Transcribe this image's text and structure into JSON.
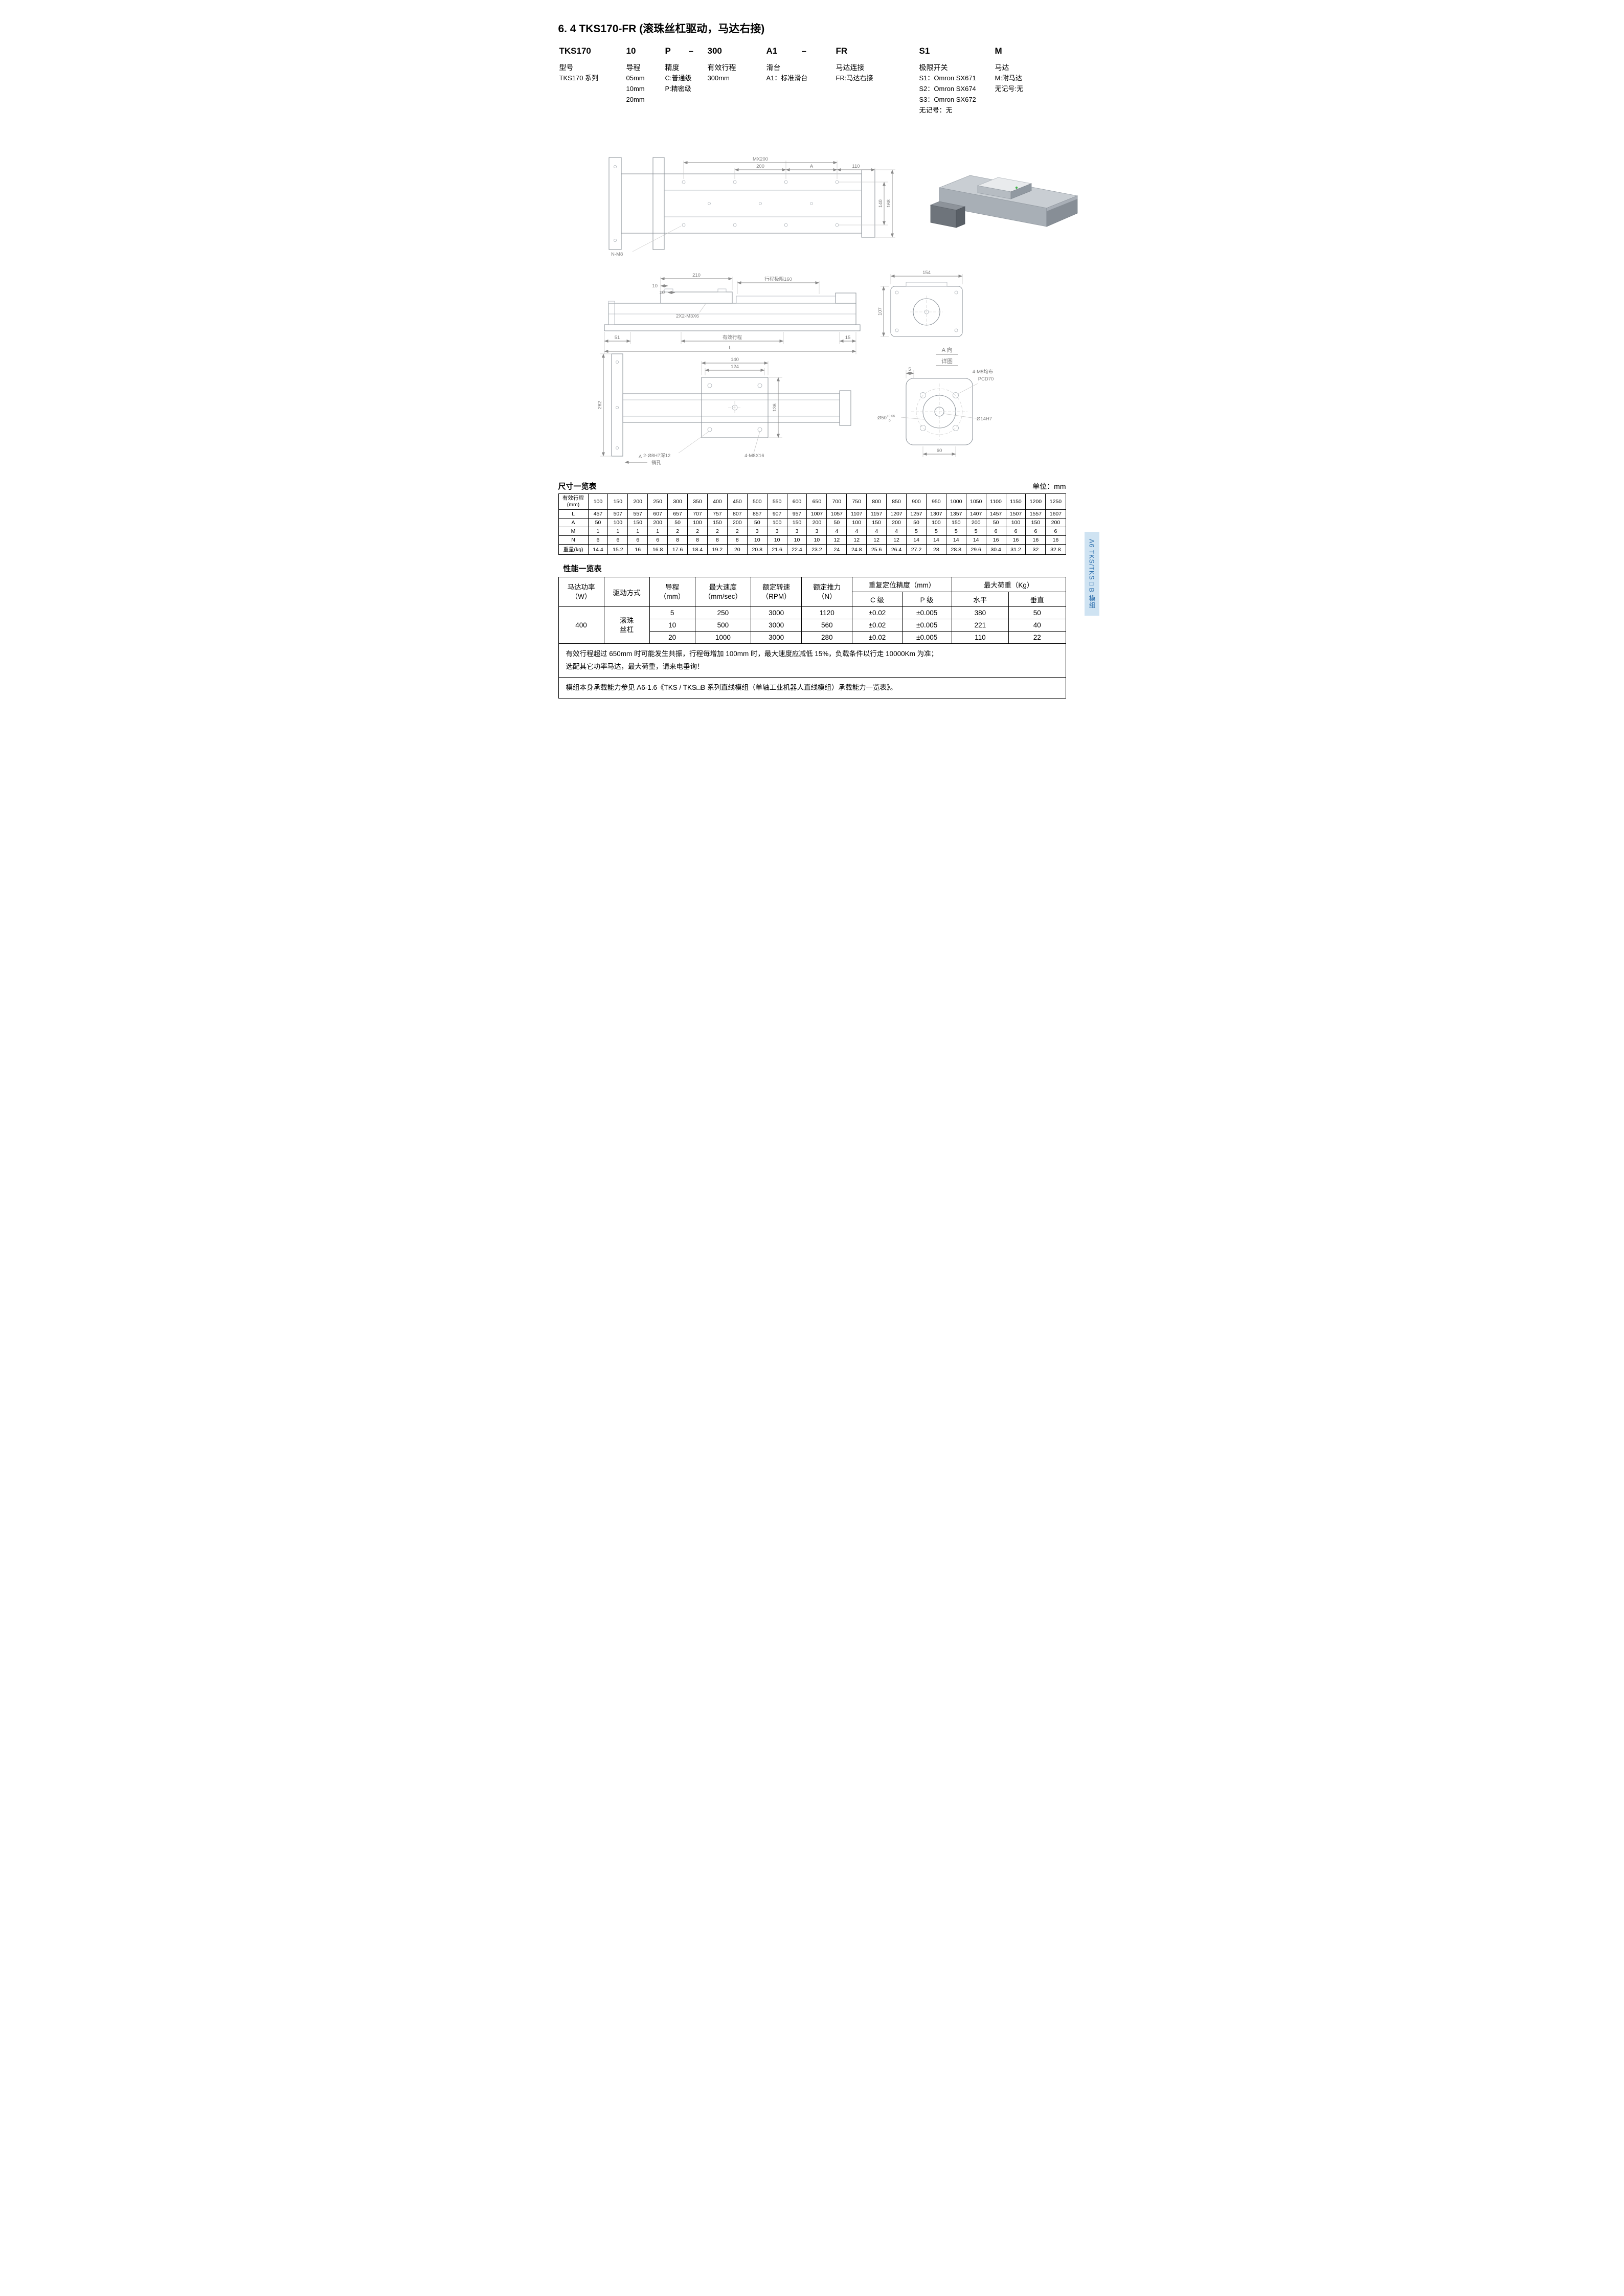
{
  "page": {
    "title": "6. 4 TKS170-FR (滚珠丝杠驱动，马达右接)",
    "sidebar_label": "A6 TKS/TKS□B 模组"
  },
  "model_code": {
    "columns": [
      {
        "code": "TKS170",
        "lines": [
          "型号",
          "TKS170 系列"
        ]
      },
      {
        "code": "10",
        "lines": [
          "导程",
          "05mm",
          "10mm",
          "20mm"
        ]
      },
      {
        "code": "P",
        "lines": [
          "精度",
          "C:普通级",
          "P:精密级"
        ]
      },
      {
        "code": "–",
        "lines": []
      },
      {
        "code": "300",
        "lines": [
          "有效行程",
          "300mm"
        ]
      },
      {
        "code": "A1",
        "lines": [
          "滑台",
          "A1：标准滑台"
        ]
      },
      {
        "code": "–",
        "lines": []
      },
      {
        "code": "FR",
        "lines": [
          "马达连接",
          "FR:马达右接"
        ]
      },
      {
        "code": "S1",
        "lines": [
          "极限开关",
          "S1：Omron SX671",
          "S2：Omron SX674",
          "S3：Omron SX672",
          "无记号：无"
        ]
      },
      {
        "code": "M",
        "lines": [
          "马达",
          "M:附马达",
          "无记号:无"
        ]
      }
    ]
  },
  "drawings": {
    "plan": {
      "mx200": "MX200",
      "d200": "200",
      "a": "A",
      "d110": "110",
      "d140": "140",
      "d168": "168",
      "nm8": "N-M8"
    },
    "side": {
      "d210": "210",
      "d10a": "10",
      "d10b": "10",
      "stroke_limit": "行程极限160",
      "m3x6": "2X2-M3X6",
      "d51": "51",
      "stroke": "有效行程",
      "d15": "15",
      "L": "L"
    },
    "end": {
      "d154": "154",
      "d107": "107"
    },
    "front": {
      "d140": "140",
      "d124": "124",
      "d136": "136",
      "d262": "262",
      "pin_hole": "2-Ø8H7深12",
      "pin_hole2": "销孔",
      "m8x16": "4-M8X16",
      "a": "A"
    },
    "detail": {
      "title1": "A 向",
      "title2": "详图",
      "d5": "5",
      "m5": "4-M5均布",
      "pcd": "PCD70",
      "d50": "Ø50",
      "d50_sup": "+0.05",
      "d50_sub": "0",
      "d14": "Ø14H7",
      "d60": "60"
    }
  },
  "dim_table": {
    "title": "尺寸一览表",
    "unit": "单位：mm",
    "row_labels": [
      "有效行程\n(mm)",
      "L",
      "A",
      "M",
      "N",
      "重量(kg)"
    ],
    "rows": [
      [
        100,
        150,
        200,
        250,
        300,
        350,
        400,
        450,
        500,
        550,
        600,
        650,
        700,
        750,
        800,
        850,
        900,
        950,
        1000,
        1050,
        1100,
        1150,
        1200,
        1250
      ],
      [
        457,
        507,
        557,
        607,
        657,
        707,
        757,
        807,
        857,
        907,
        957,
        1007,
        1057,
        1107,
        1157,
        1207,
        1257,
        1307,
        1357,
        1407,
        1457,
        1507,
        1557,
        1607
      ],
      [
        50,
        100,
        150,
        200,
        50,
        100,
        150,
        200,
        50,
        100,
        150,
        200,
        50,
        100,
        150,
        200,
        50,
        100,
        150,
        200,
        50,
        100,
        150,
        200
      ],
      [
        1,
        1,
        1,
        1,
        2,
        2,
        2,
        2,
        3,
        3,
        3,
        3,
        4,
        4,
        4,
        4,
        5,
        5,
        5,
        5,
        6,
        6,
        6,
        6
      ],
      [
        6,
        6,
        6,
        6,
        8,
        8,
        8,
        8,
        10,
        10,
        10,
        10,
        12,
        12,
        12,
        12,
        14,
        14,
        14,
        14,
        16,
        16,
        16,
        16
      ],
      [
        14.4,
        15.2,
        16,
        16.8,
        17.6,
        18.4,
        19.2,
        20,
        20.8,
        21.6,
        22.4,
        23.2,
        24,
        24.8,
        25.6,
        26.4,
        27.2,
        28,
        28.8,
        29.6,
        30.4,
        31.2,
        32,
        32.8
      ]
    ]
  },
  "perf_table": {
    "title": "性能一览表",
    "header": {
      "motor_power": "马达功率\n（W）",
      "drive_type": "驱动方式",
      "lead": "导程\n（mm）",
      "max_speed": "最大速度\n（mm/sec）",
      "rated_rpm": "额定转速\n（RPM）",
      "rated_thrust": "额定推力\n（N）",
      "repeatability": "重复定位精度（mm）",
      "c_grade": "C 级",
      "p_grade": "P 级",
      "max_load": "最大荷重（Kg）",
      "horizontal": "水平",
      "vertical": "垂直"
    },
    "motor_power_value": "400",
    "drive_type_value": "滚珠\n丝杠",
    "rows": [
      [
        "5",
        "250",
        "3000",
        "1120",
        "±0.02",
        "±0.005",
        "380",
        "50"
      ],
      [
        "10",
        "500",
        "3000",
        "560",
        "±0.02",
        "±0.005",
        "221",
        "40"
      ],
      [
        "20",
        "1000",
        "3000",
        "280",
        "±0.02",
        "±0.005",
        "110",
        "22"
      ]
    ],
    "notes": [
      "有效行程超过 650mm 时可能发生共振，行程每增加 100mm 时，最大速度应减低 15%，负载条件以行走 10000Km 为准；",
      "选配其它功率马达，最大荷重，请来电垂询！",
      "模组本身承载能力参见 A6-1.6《TKS / TKS□B 系列直线模组（单轴工业机器人直线模组）承载能力一览表》。"
    ]
  }
}
